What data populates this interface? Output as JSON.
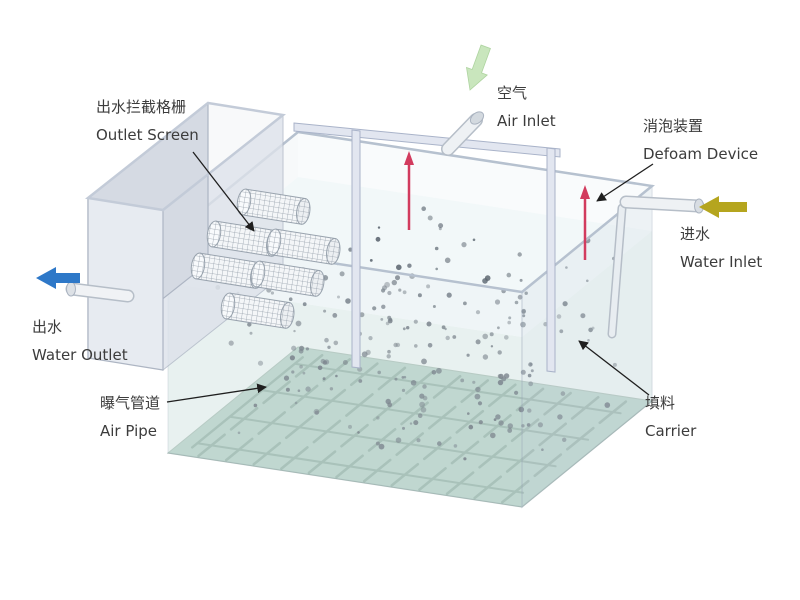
{
  "diagram": {
    "labels": {
      "outlet_screen": {
        "zh": "出水拦截格栅",
        "en": "Outlet Screen"
      },
      "air_inlet": {
        "zh": "空气",
        "en": "Air Inlet"
      },
      "defoam_device": {
        "zh": "消泡装置",
        "en": "Defoam Device"
      },
      "water_inlet": {
        "zh": "进水",
        "en": "Water Inlet"
      },
      "water_outlet": {
        "zh": "出水",
        "en": "Water Outlet"
      },
      "air_pipe": {
        "zh": "曝气管道",
        "en": "Air Pipe"
      },
      "carrier": {
        "zh": "填料",
        "en": "Carrier"
      }
    },
    "colors": {
      "water_outlet_arrow": "#2e78c8",
      "water_inlet_arrow": "#b5a51e",
      "air_inlet_arrow": "#c9e6bd",
      "defoam_arrow": "#d23b5e",
      "tank_floor": "#a5c6ba",
      "leader_line": "#1f1f1f"
    }
  }
}
